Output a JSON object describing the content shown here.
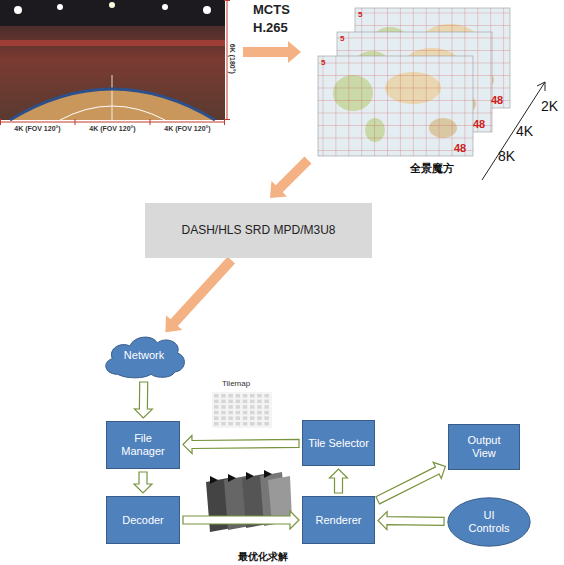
{
  "diagram": {
    "nodes": [
      {
        "text": [
          "DASH/HLS SRD MPD/M3U8"
        ]
      },
      {
        "text": [
          "Network"
        ]
      },
      {
        "text": [
          "File Manager"
        ]
      },
      {
        "text": [
          "Tile Selector"
        ]
      },
      {
        "text": [
          "Output View"
        ]
      },
      {
        "text": [
          "Decoder"
        ]
      },
      {
        "text": [
          "Renderer"
        ]
      },
      {
        "text": [
          "UI Controls"
        ]
      }
    ],
    "edges": [
      {
        "from": 0,
        "to": 1,
        "arrow": "to"
      },
      {
        "from": 1,
        "to": 2,
        "arrow": "to"
      },
      {
        "from": 2,
        "to": 5,
        "arrow": "to"
      },
      {
        "from": 5,
        "to": 6,
        "arrow": "to"
      },
      {
        "from": 6,
        "to": 3,
        "arrow": "to"
      },
      {
        "from": 3,
        "to": 2,
        "arrow": "to"
      },
      {
        "from": 6,
        "to": 4,
        "arrow": "to"
      },
      {
        "from": 7,
        "to": 6,
        "arrow": "to"
      }
    ],
    "labels": [
      "MCTS",
      "H.265",
      "4K (FOV 120°)",
      "4K (FOV 120°)",
      "4K (FOV 120°)",
      "6K (180°)",
      "5",
      "5",
      "5",
      "48",
      "48",
      "48",
      "2K",
      "4K",
      "8K",
      "全景魔方",
      "Tilemap",
      "最优化求解"
    ]
  }
}
